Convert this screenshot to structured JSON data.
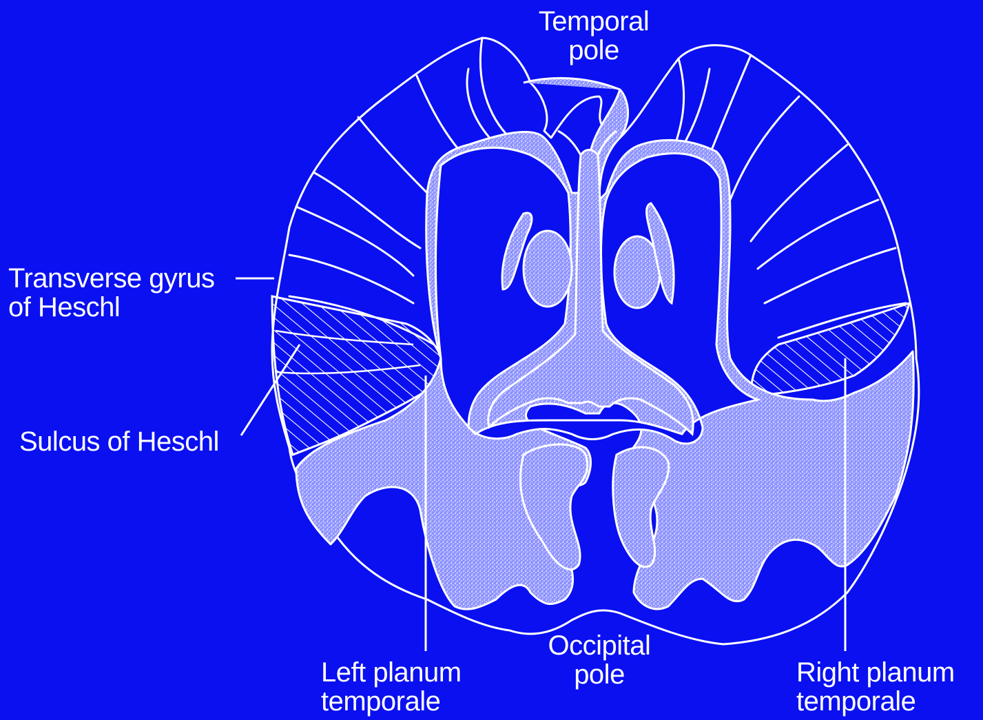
{
  "labels": {
    "temporal_pole": [
      "Temporal",
      "pole"
    ],
    "transverse_gyrus": [
      "Transverse gyrus",
      "of Heschl"
    ],
    "sulcus_heschl": "Sulcus of Heschl",
    "occipital_pole": [
      "Occipital",
      "pole"
    ],
    "left_planum": [
      "Left planum",
      "temporale"
    ],
    "right_planum": [
      "Right planum",
      "temporale"
    ]
  },
  "colors": {
    "background": "#0a10f0",
    "line": "#ffffff",
    "stipple": "#c9ccff"
  }
}
